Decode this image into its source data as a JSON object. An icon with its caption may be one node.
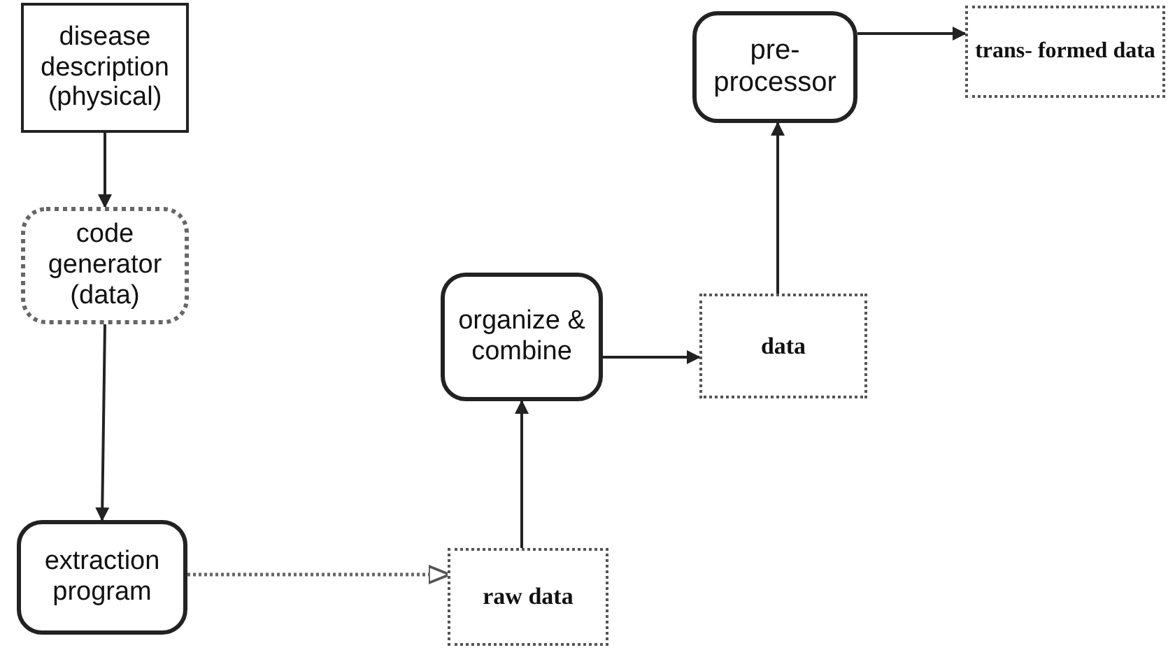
{
  "diagram": {
    "nodes": [
      {
        "text": [
          "disease description (physical)"
        ]
      },
      {
        "text": [
          "code generator (data)"
        ]
      },
      {
        "text": [
          "extraction program"
        ]
      },
      {
        "text": [
          "raw data"
        ]
      },
      {
        "text": [
          "organize & combine"
        ]
      },
      {
        "text": [
          "data"
        ]
      },
      {
        "text": [
          "pre- processor"
        ]
      },
      {
        "text": [
          "trans- formed data"
        ]
      }
    ],
    "edges": [
      {
        "from": 0,
        "to": 1,
        "arrow": "to"
      },
      {
        "from": 1,
        "to": 2,
        "arrow": "to"
      },
      {
        "from": 2,
        "to": 3,
        "arrow": "to",
        "style": "dashed"
      },
      {
        "from": 3,
        "to": 4,
        "arrow": "to"
      },
      {
        "from": 4,
        "to": 5,
        "arrow": "to"
      },
      {
        "from": 5,
        "to": 6,
        "arrow": "to"
      },
      {
        "from": 6,
        "to": 7,
        "arrow": "to"
      }
    ]
  }
}
